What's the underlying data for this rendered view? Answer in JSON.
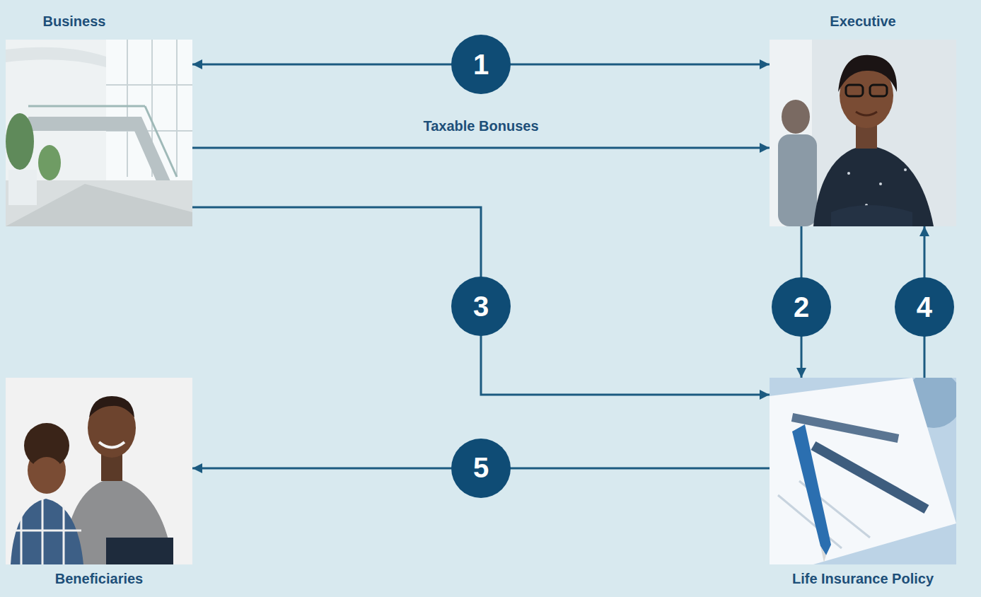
{
  "diagram": {
    "nodes": [
      {
        "text": [
          "Business"
        ]
      },
      {
        "text": [
          "Executive"
        ]
      },
      {
        "text": [
          "Beneficiaries"
        ]
      },
      {
        "text": [
          "Life Insurance Policy"
        ]
      }
    ],
    "edges": [
      {
        "from": 0,
        "to": 1,
        "arrow": "both",
        "label": "1"
      },
      {
        "from": 0,
        "to": 1,
        "arrow": "to",
        "label": "Taxable Bonuses"
      },
      {
        "from": 0,
        "to": 3,
        "arrow": "to",
        "label": "3"
      },
      {
        "from": 1,
        "to": 3,
        "arrow": "to",
        "label": "2"
      },
      {
        "from": 3,
        "to": 1,
        "arrow": "to",
        "label": "4"
      },
      {
        "from": 3,
        "to": 2,
        "arrow": "to",
        "label": "5"
      }
    ]
  }
}
